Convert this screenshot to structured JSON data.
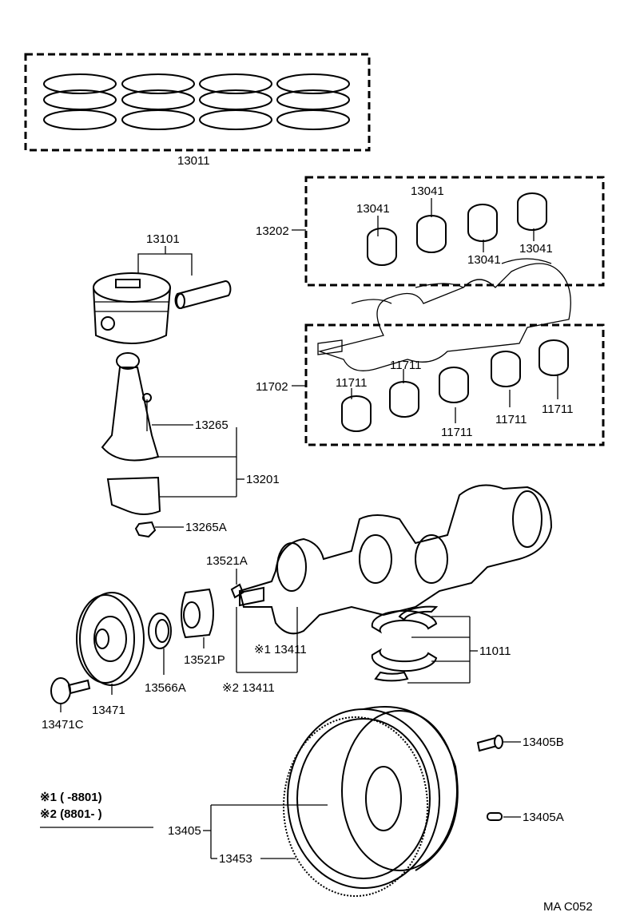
{
  "diagram": {
    "labels": {
      "piston_ring_set": "13011",
      "main_bearing_set": "13202",
      "bearing_upper_a": "13041",
      "bearing_upper_b": "13041",
      "bearing_upper_c": "13041",
      "bearing_upper_d": "13041",
      "piston_assembly": "13101",
      "conrod_bolt": "13265",
      "conrod_nut": "13265A",
      "conrod_assembly": "13201",
      "crank_bearing_set": "11702",
      "bearing_lower_a": "11711",
      "bearing_lower_b": "11711",
      "bearing_lower_c": "11711",
      "bearing_lower_d": "11711",
      "bearing_lower_e": "11711",
      "crank_key": "13521A",
      "crank_gear": "13521P",
      "oil_seal": "13566A",
      "pulley_bolt": "13471C",
      "pulley": "13471",
      "crankshaft_1": "※1 13411",
      "crankshaft_2": "※2 13411",
      "thrust_washer": "11011",
      "flywheel_bolt": "13405B",
      "flywheel_pin": "13405A",
      "flywheel": "13405",
      "ring_gear": "13453"
    },
    "notes": {
      "note_1": "※1 (      -8801)",
      "note_2": "※2 (8801-      )"
    },
    "code": "MA  C052"
  }
}
